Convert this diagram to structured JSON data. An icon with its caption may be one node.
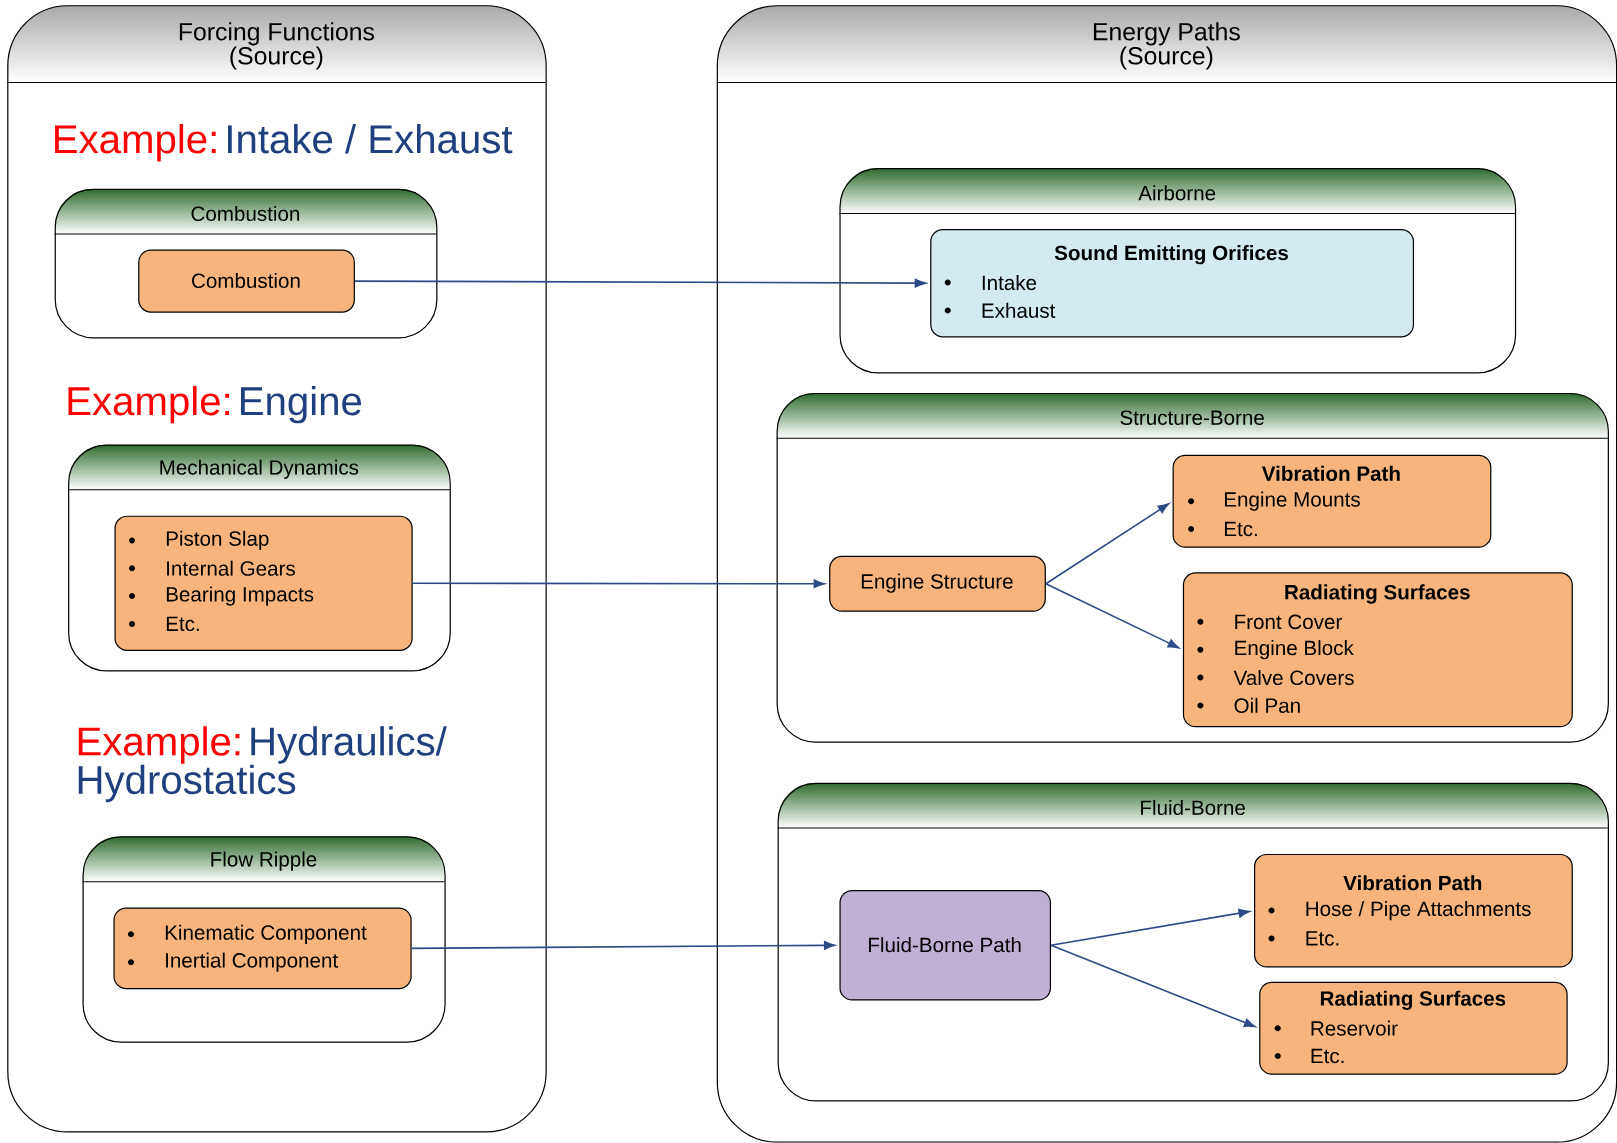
{
  "diagram": {
    "nodes": [
      {
        "text": [
          "Forcing Functions (Source)"
        ]
      },
      {
        "text": [
          "Combustion"
        ],
        "in": 0
      },
      {
        "text": [
          "Combustion"
        ],
        "in": 1
      },
      {
        "text": [
          "Mechanical Dynamics"
        ],
        "in": 0
      },
      {
        "text": [
          "Piston Slap",
          "Internal Gears",
          "Bearing Impacts",
          "Etc."
        ],
        "in": 3
      },
      {
        "text": [
          "Flow Ripple"
        ],
        "in": 0
      },
      {
        "text": [
          "Kinematic Component",
          "Inertial Component"
        ],
        "in": 5
      },
      {
        "text": [
          "Energy Paths (Source)"
        ]
      },
      {
        "text": [
          "Airborne"
        ],
        "in": 7
      },
      {
        "text": [
          "Sound Emitting Orifices",
          "Intake",
          "Exhaust"
        ],
        "in": 8
      },
      {
        "text": [
          "Structure-Borne"
        ],
        "in": 7
      },
      {
        "text": [
          "Engine Structure"
        ],
        "in": 10
      },
      {
        "text": [
          "Vibration Path",
          "Engine Mounts",
          "Etc."
        ],
        "in": 10
      },
      {
        "text": [
          "Radiating Surfaces",
          "Front Cover",
          "Engine Block",
          "Valve Covers",
          "Oil Pan"
        ],
        "in": 10
      },
      {
        "text": [
          "Fluid-Borne"
        ],
        "in": 7
      },
      {
        "text": [
          "Fluid-Borne Path"
        ],
        "in": 14
      },
      {
        "text": [
          "Vibration Path",
          "Hose / Pipe Attachments",
          "Etc."
        ],
        "in": 14
      },
      {
        "text": [
          "Radiating Surfaces",
          "Reservoir",
          "Etc."
        ],
        "in": 14
      }
    ],
    "edges": [
      {
        "from": 2,
        "to": 9,
        "arrow": "to"
      },
      {
        "from": 4,
        "to": 11,
        "arrow": "to"
      },
      {
        "from": 11,
        "to": 12,
        "arrow": "to"
      },
      {
        "from": 11,
        "to": 13,
        "arrow": "to"
      },
      {
        "from": 6,
        "to": 15,
        "arrow": "to"
      },
      {
        "from": 15,
        "to": 16,
        "arrow": "to"
      },
      {
        "from": 15,
        "to": 17,
        "arrow": "to"
      }
    ],
    "labels": [
      "Example:",
      "Intake / Exhaust",
      "Example:",
      "Engine",
      "Example:",
      "Hydraulics/ Hydrostatics"
    ]
  }
}
